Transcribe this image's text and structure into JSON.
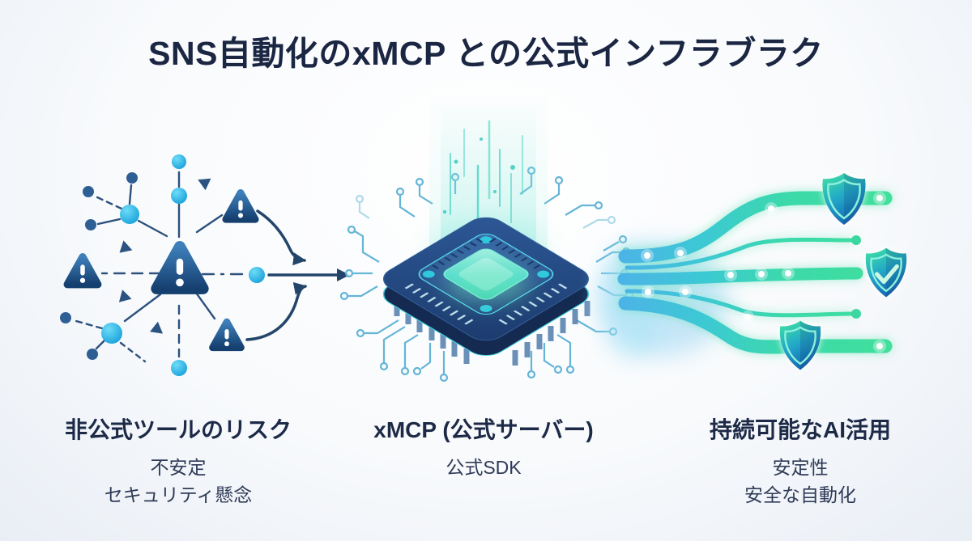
{
  "title": "SNS自動化のxMCP との公式インフラブラク",
  "sections": {
    "left": {
      "icon": "risk-network-icon",
      "heading": "非公式ツールのリスク",
      "lines": [
        "不安定",
        "セキュリティ懸念"
      ]
    },
    "center": {
      "icon": "cpu-chip-icon",
      "heading": "xMCP (公式サーバー)",
      "lines": [
        "公式SDK"
      ]
    },
    "right": {
      "icon": "shield-flow-icon",
      "heading": "持続可能なAI活用",
      "lines": [
        "安定性",
        "安全な自動化"
      ]
    }
  },
  "colors": {
    "background_top": "#ffffff",
    "background_bottom": "#e9eef5",
    "title_text": "#1a2642",
    "body_text": "#2f3b57",
    "warning_navy": "#1c4a7e",
    "accent_cyan": "#29b6e8",
    "chip_navy": "#24487e",
    "core_teal": "#41d8c0",
    "flow_green": "#3edc9c",
    "shield_blue": "#1360b2"
  }
}
